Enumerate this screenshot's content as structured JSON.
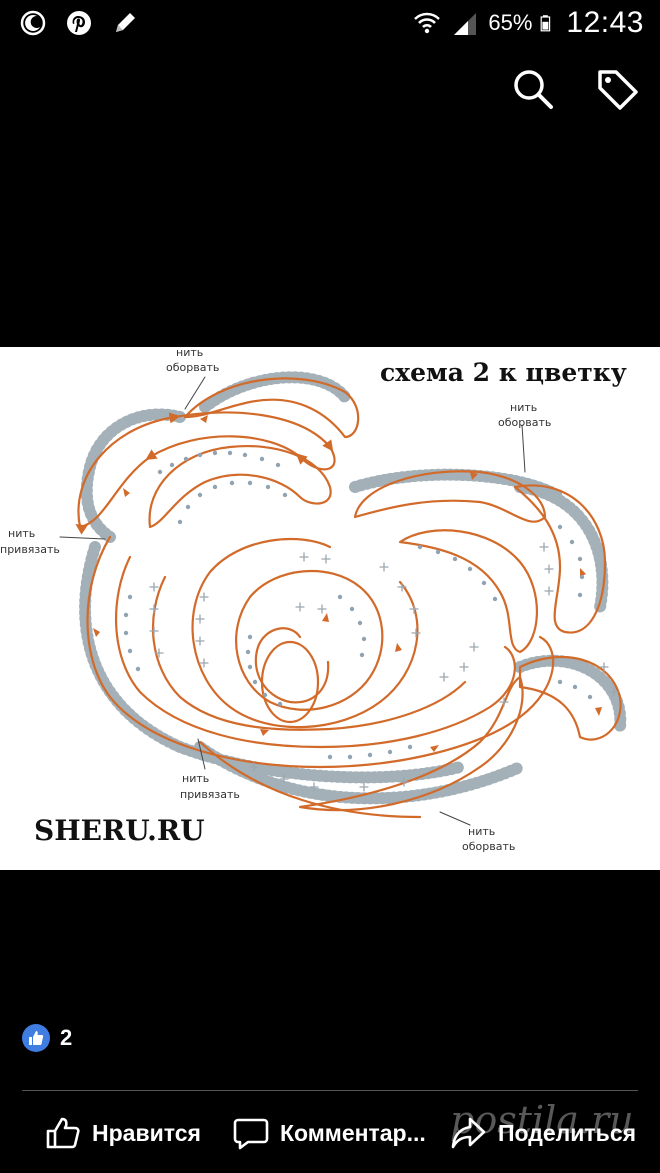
{
  "status_bar": {
    "battery_percent": "65%",
    "time": "12:43"
  },
  "pin": {
    "title": "схема 2 к цветку",
    "source": "SHERU.RU",
    "annotations": [
      "нить",
      "оборвать",
      "нить",
      "оборвать",
      "нить",
      "привязать",
      "нить",
      "привязать",
      "нить",
      "оборвать"
    ]
  },
  "reactions": {
    "count": "2"
  },
  "actions": {
    "like_label": "Нравится",
    "comment_label": "Комментар...",
    "share_label": "Поделиться"
  },
  "watermark": "postila.ru"
}
